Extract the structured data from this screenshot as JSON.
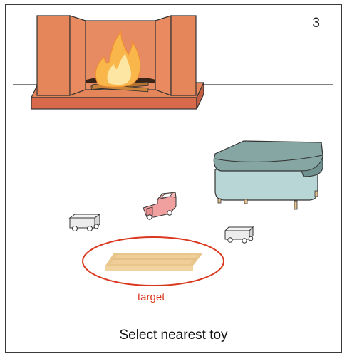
{
  "level": {
    "number": "3"
  },
  "target": {
    "label": "target"
  },
  "instruction": {
    "text": "Select nearest toy"
  },
  "colors": {
    "fireplace": "#e5855a",
    "fireplace_dark": "#c9684a",
    "fire_outer": "#f9b64a",
    "fire_inner": "#fde6a4",
    "ottoman_top": "#86a6a4",
    "ottoman_body": "#b9d6d6",
    "target": "#d9381e",
    "toy_car": "#f1a0a0",
    "toy_truck": "#ececec",
    "board": "#e8c68c"
  },
  "toys": [
    {
      "name": "toy-car-red",
      "icon": "car-icon"
    },
    {
      "name": "toy-truck-left",
      "icon": "truck-icon"
    },
    {
      "name": "toy-truck-right",
      "icon": "truck-icon"
    }
  ]
}
